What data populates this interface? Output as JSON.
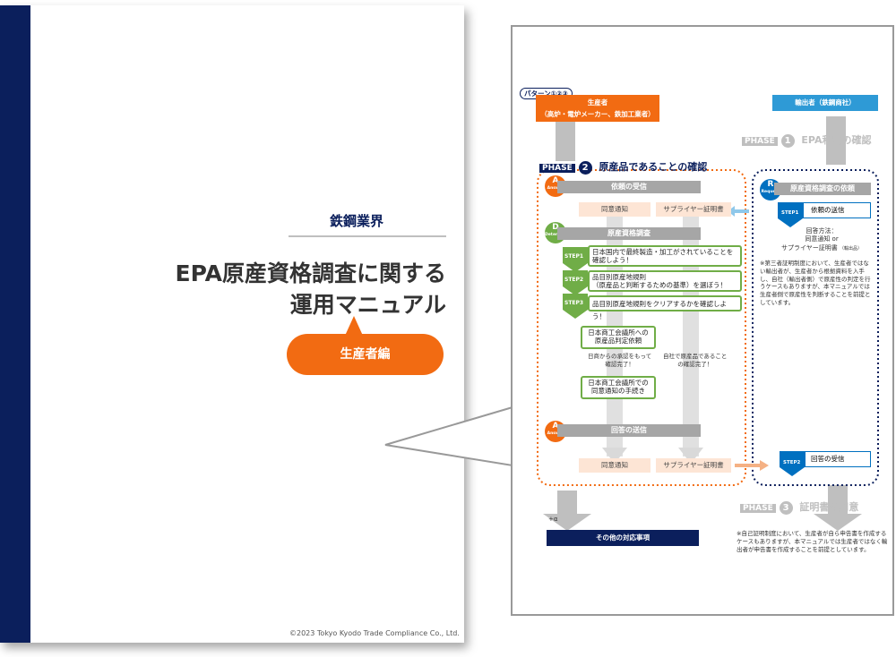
{
  "cover": {
    "industry": "鉄鋼業界",
    "title_line1": "EPA原産資格調査に関する",
    "title_line2": "運用マニュアル",
    "edition": "生産者編",
    "copyright": "©2023 Tokyo Kyodo Trade Compliance Co., Ltd."
  },
  "colors": {
    "navy": "#0b1f5c",
    "orange": "#f26b12",
    "green": "#70ad47",
    "blue": "#0070c0",
    "gray": "#a6a6a6"
  },
  "flow": {
    "pattern": "パターン①②③",
    "producer_title": "生産者",
    "producer_sub": "（高炉・電炉メーカー、鉄加工業者）",
    "exporter_title": "輸出者（鉄鋼商社）",
    "phase1": {
      "label": "PHASE",
      "num": "1",
      "title": "EPA利用の確認"
    },
    "phase2": {
      "label": "PHASE",
      "num": "2",
      "title": "原産品であることの確認"
    },
    "phase3": {
      "label": "PHASE",
      "num": "3",
      "title": "証明書の用意"
    },
    "a_letter": "A",
    "a_word": "Answer",
    "d_letter": "D",
    "d_word": "Determine",
    "r_letter": "R",
    "r_word": "Request",
    "receive_request": "依頼の受信",
    "consent_notice": "同意通知",
    "supplier_cert": "サプライヤー証明書",
    "origin_survey": "原産資格調査",
    "step1": "STEP1",
    "step2": "STEP2",
    "step3": "STEP3",
    "step1_text_a": "日本国内で最終製造・加工がされていることを",
    "step1_text_b": "確認しよう！",
    "step2_text_a": "品目別原産地規則",
    "step2_text_b": "（原産品と判断するための基準）を選ぼう！",
    "step3_text": "品目別原産地規則をクリアするかを確認しよう！",
    "jcci_request_a": "日本商工会議所への",
    "jcci_request_b": "原産品判定依頼",
    "jcci_done_a": "日商からの承認をもって",
    "jcci_done_b": "確認完了！",
    "self_done_a": "自社で原産品であること",
    "self_done_b": "の確認完了！",
    "jcci_consent_a": "日本商工会議所での",
    "jcci_consent_b": "同意通知の手続き",
    "send_reply": "回答の送信",
    "plus_alpha": "+α",
    "other_matters": "その他の対応事項",
    "survey_request": "原産資格調査の依頼",
    "send_request": "依頼の送信",
    "reply_method_a": "回答方法：",
    "reply_method_b": "同意通知 or",
    "reply_method_c": "サプライヤー証明書",
    "reply_method_d": "（輸出品）",
    "note_right": "※第三者証明制度において、生産者ではない輸出者が、生産者から根拠資料を入手し、自社（輸出者側）で原産性の判定を行うケースもありますが、本マニュアルでは生産者側で原産性を判断することを前提としています。",
    "receive_reply": "回答の受信",
    "note_bottom": "※自己証明制度において、生産者が自ら申告書を作成するケースもありますが、本マニュアルでは生産者ではなく輸出者が申告書を作成することを前提としています。"
  }
}
